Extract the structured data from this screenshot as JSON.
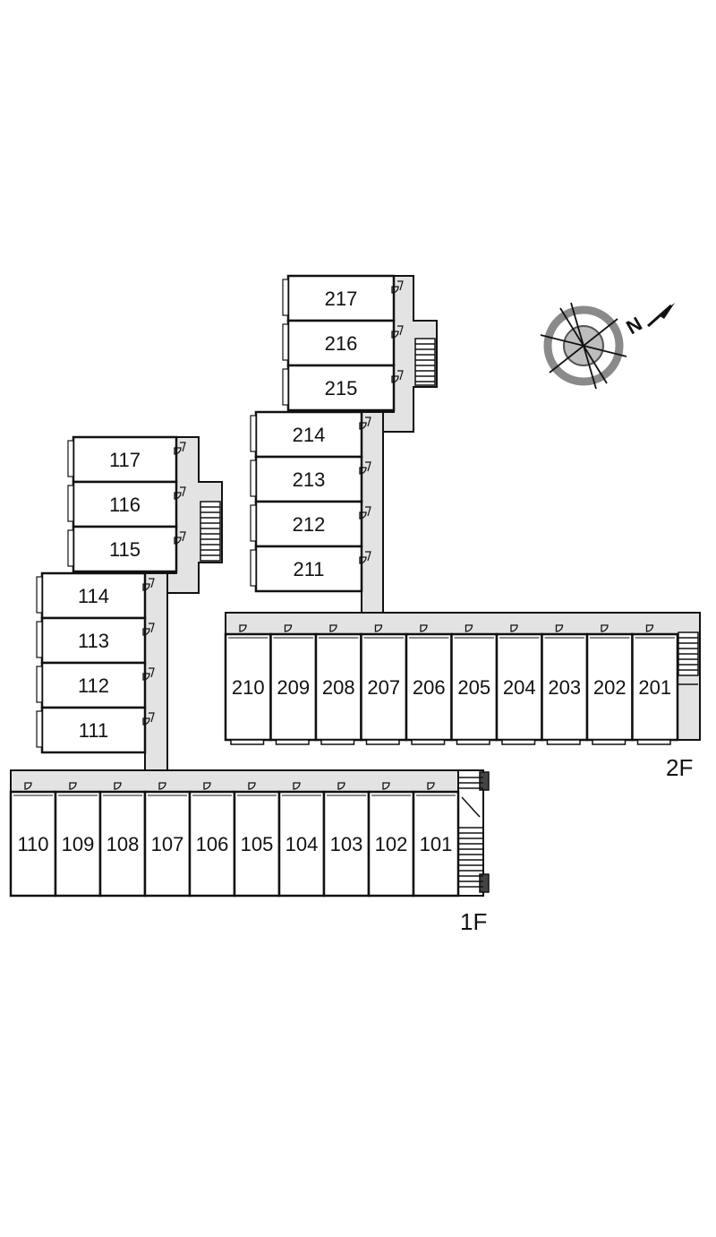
{
  "floor_labels": {
    "first": "1F",
    "second": "2F"
  },
  "compass": {
    "north_label": "N",
    "icon": "compass-rose-icon"
  },
  "rooms": {
    "f1_row": [
      "110",
      "109",
      "108",
      "107",
      "106",
      "105",
      "104",
      "103",
      "102",
      "101"
    ],
    "f1_wing_a": [
      "114",
      "113",
      "112",
      "111"
    ],
    "f1_wing_b": [
      "117",
      "116",
      "115"
    ],
    "f2_row": [
      "210",
      "209",
      "208",
      "207",
      "206",
      "205",
      "204",
      "203",
      "202",
      "201"
    ],
    "f2_wing_a": [
      "214",
      "213",
      "212",
      "211"
    ],
    "f2_wing_b": [
      "217",
      "216",
      "215"
    ]
  },
  "colors": {
    "wall": "#111111",
    "corridor": "#e3e3e3",
    "compass_ring": "#8a8a8a"
  }
}
